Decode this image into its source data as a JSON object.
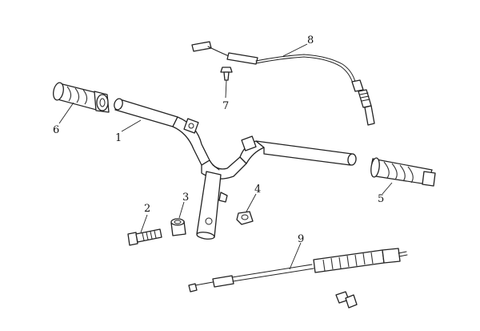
{
  "diagram": {
    "callouts": [
      {
        "id": "1",
        "text": "1"
      },
      {
        "id": "2",
        "text": "2"
      },
      {
        "id": "3",
        "text": "3"
      },
      {
        "id": "4",
        "text": "4"
      },
      {
        "id": "5",
        "text": "5"
      },
      {
        "id": "6",
        "text": "6"
      },
      {
        "id": "7",
        "text": "7"
      },
      {
        "id": "8",
        "text": "8"
      },
      {
        "id": "9",
        "text": "9"
      }
    ],
    "line_color": "#222222",
    "background": "#ffffff"
  }
}
